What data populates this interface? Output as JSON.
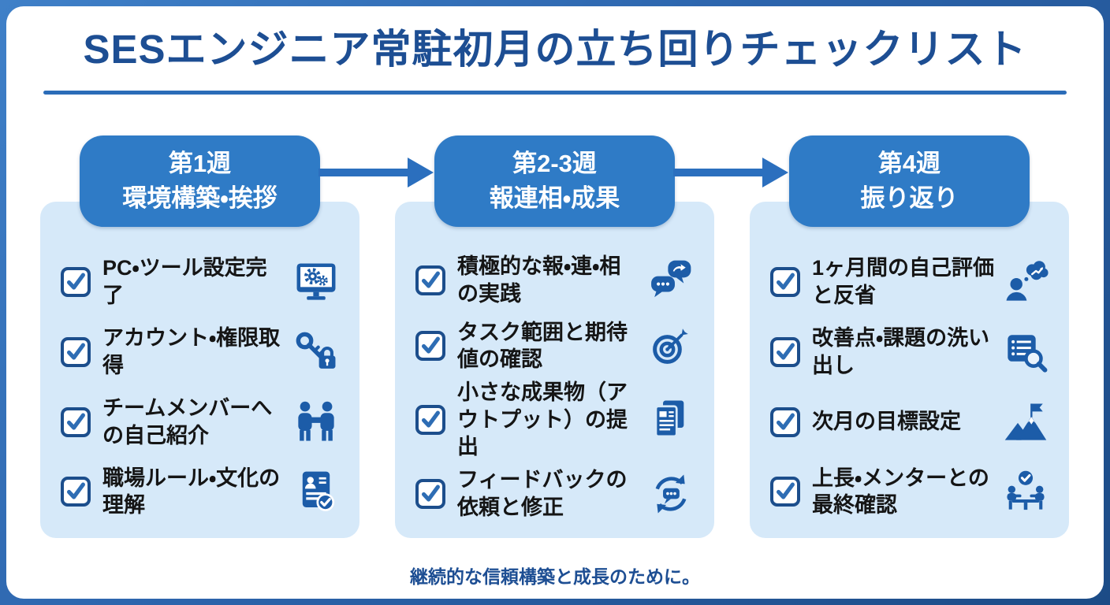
{
  "page": {
    "title": "SESエンジニア常駐初月の立ち回りチェックリスト",
    "footer": "継続的な信頼構築と成長のために。"
  },
  "colors": {
    "frame_blue_top": "#3F80C8",
    "frame_blue_bottom": "#1C4B86",
    "card_background": "#FFFFFF",
    "title_navy": "#1D4E93",
    "rule_blue": "#2B6CB8",
    "pill_blue": "#2F7BC6",
    "panel_light_blue": "#D6E9F9",
    "arrow_blue": "#2B6FBE",
    "icon_blue": "#1C5CA8",
    "checkbox_border": "#1C4E8C",
    "check_mark_blue": "#2E6DB4",
    "item_text": "#151515"
  },
  "columns": [
    {
      "header_line1": "第1週",
      "header_line2": "環境構築・挨拶",
      "items": [
        {
          "text": "PC・ツール設定完了",
          "checked": true,
          "icon": "monitor-gear-icon"
        },
        {
          "text": "アカウント・権限取得",
          "checked": true,
          "icon": "key-lock-icon"
        },
        {
          "text": "チームメンバーへの自己紹介",
          "checked": true,
          "icon": "handshake-icon"
        },
        {
          "text": "職場ルール・文化の理解",
          "checked": true,
          "icon": "id-document-check-icon"
        }
      ]
    },
    {
      "header_line1": "第2-3週",
      "header_line2": "報連相・成果",
      "items": [
        {
          "text": "積極的な報・連・相の実践",
          "checked": true,
          "icon": "chat-forward-icon"
        },
        {
          "text": "タスク範囲と期待値の確認",
          "checked": true,
          "icon": "target-icon"
        },
        {
          "text": "小さな成果物（アウトプット）の提出",
          "checked": true,
          "icon": "documents-icon"
        },
        {
          "text": "フィードバックの依頼と修正",
          "checked": true,
          "icon": "feedback-cycle-icon"
        }
      ]
    },
    {
      "header_line1": "第4週",
      "header_line2": "振り返り",
      "items": [
        {
          "text": "1ヶ月間の自己評価と反省",
          "checked": true,
          "icon": "self-reflection-icon"
        },
        {
          "text": "改善点・課題の洗い出し",
          "checked": true,
          "icon": "checklist-magnifier-icon"
        },
        {
          "text": "次月の目標設定",
          "checked": true,
          "icon": "mountain-flag-icon"
        },
        {
          "text": "上長・メンターとの最終確認",
          "checked": true,
          "icon": "meeting-check-icon"
        }
      ]
    }
  ]
}
